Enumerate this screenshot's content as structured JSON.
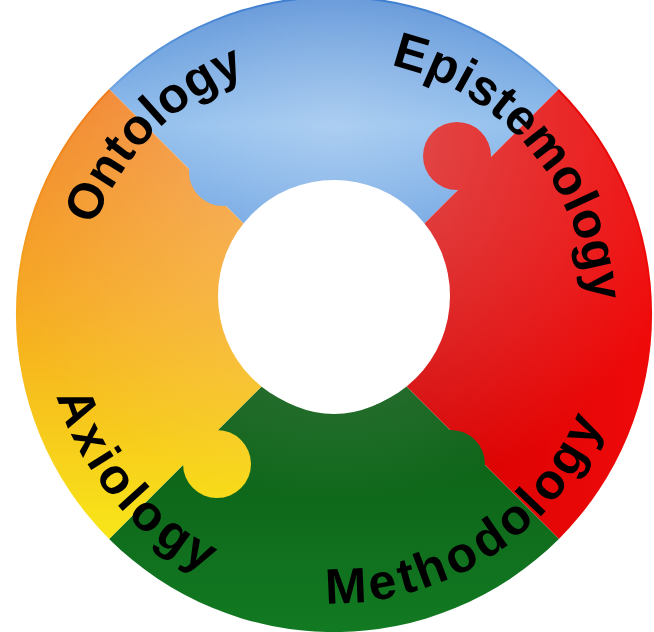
{
  "diagram": {
    "labels": [
      "Ontology",
      "Epistemology",
      "Methodology",
      "Axiology"
    ]
  }
}
